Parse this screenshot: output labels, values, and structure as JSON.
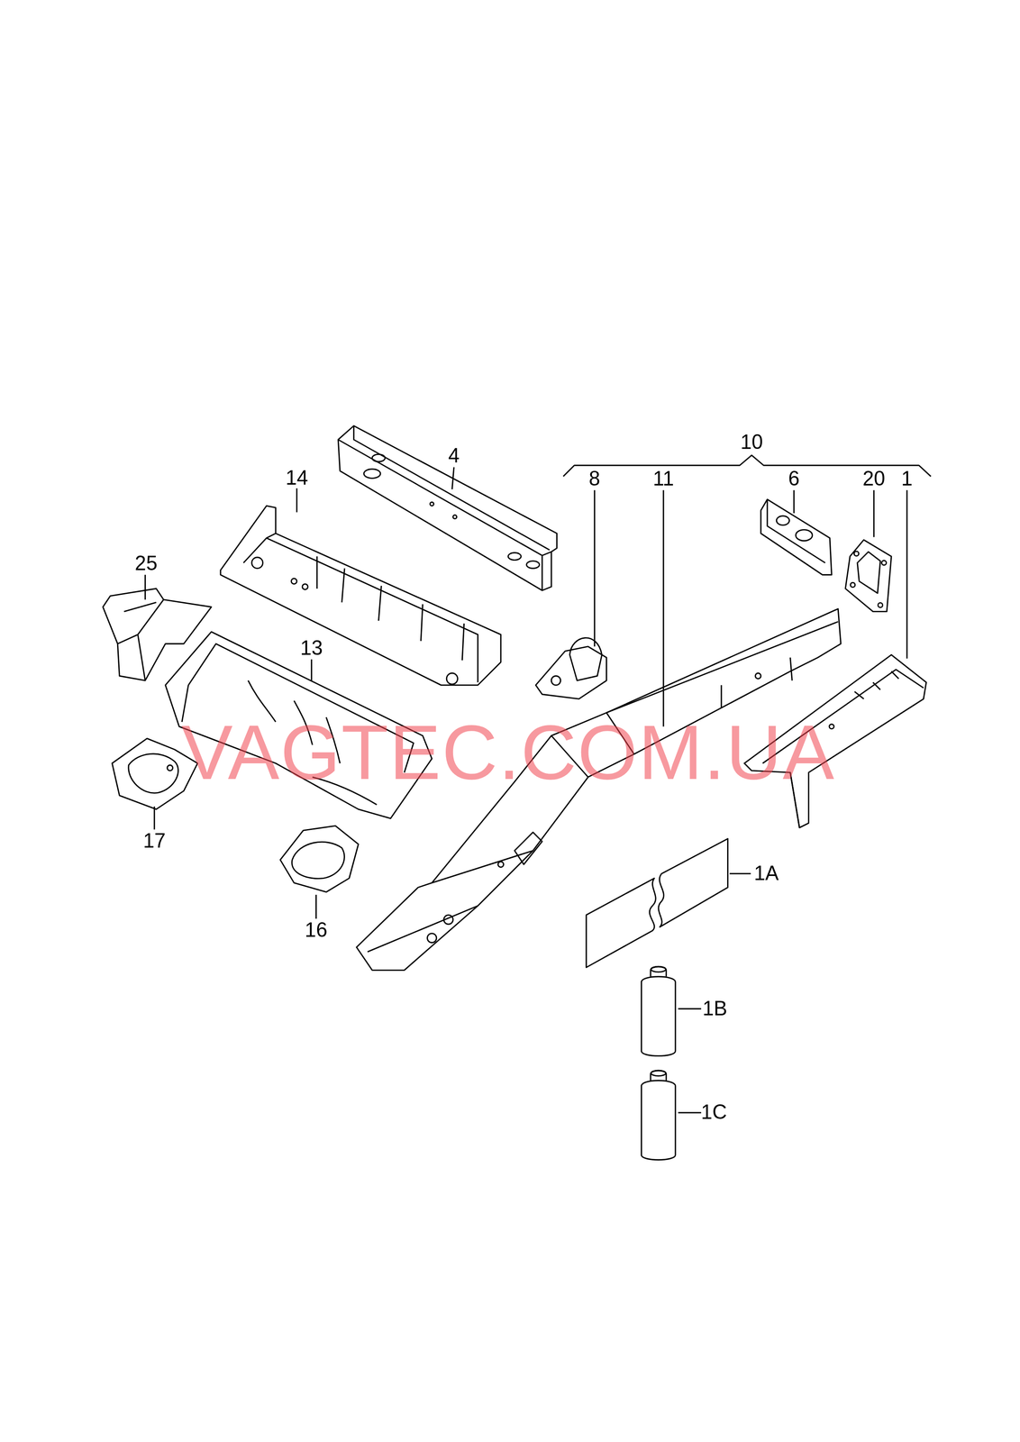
{
  "diagram": {
    "labels": [
      "4",
      "14",
      "25",
      "13",
      "17",
      "16",
      "10",
      "8",
      "11",
      "6",
      "20",
      "1",
      "1A",
      "1B",
      "1C",
      "VAGTEC.COM.UA"
    ]
  }
}
